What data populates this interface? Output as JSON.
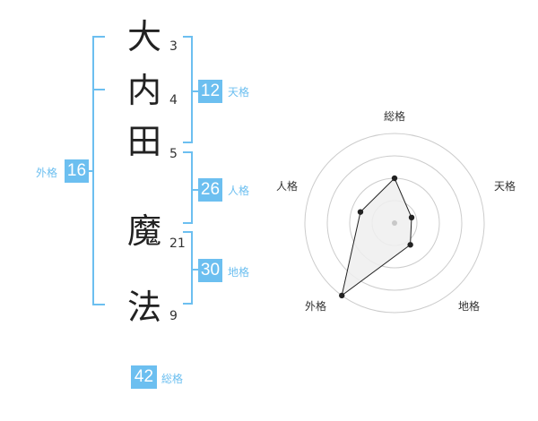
{
  "name": {
    "characters": [
      {
        "char": "大",
        "strokes": "3"
      },
      {
        "char": "内",
        "strokes": "4"
      },
      {
        "char": "田",
        "strokes": "5"
      },
      {
        "char": "魔",
        "strokes": "21"
      },
      {
        "char": "法",
        "strokes": "9"
      }
    ]
  },
  "fortune": {
    "tenkaku": {
      "value": "12",
      "label": "天格"
    },
    "jinkaku": {
      "value": "26",
      "label": "人格"
    },
    "chikaku": {
      "value": "30",
      "label": "地格"
    },
    "gaikaku": {
      "value": "16",
      "label": "外格"
    },
    "soukaku": {
      "value": "42",
      "label": "総格"
    }
  },
  "colors": {
    "accent": "#6cbff0",
    "text": "#222222",
    "ring": "#cccccc",
    "polygon_fill": "#eeeeee",
    "polygon_stroke": "#222222",
    "center_dot": "#c8c8c8"
  },
  "chart_data": {
    "type": "radar",
    "axes": [
      "総格",
      "天格",
      "地格",
      "外格",
      "人格"
    ],
    "values": [
      0.5,
      0.2,
      0.3,
      1.0,
      0.4
    ],
    "rings": 4,
    "range": [
      0,
      1
    ]
  }
}
